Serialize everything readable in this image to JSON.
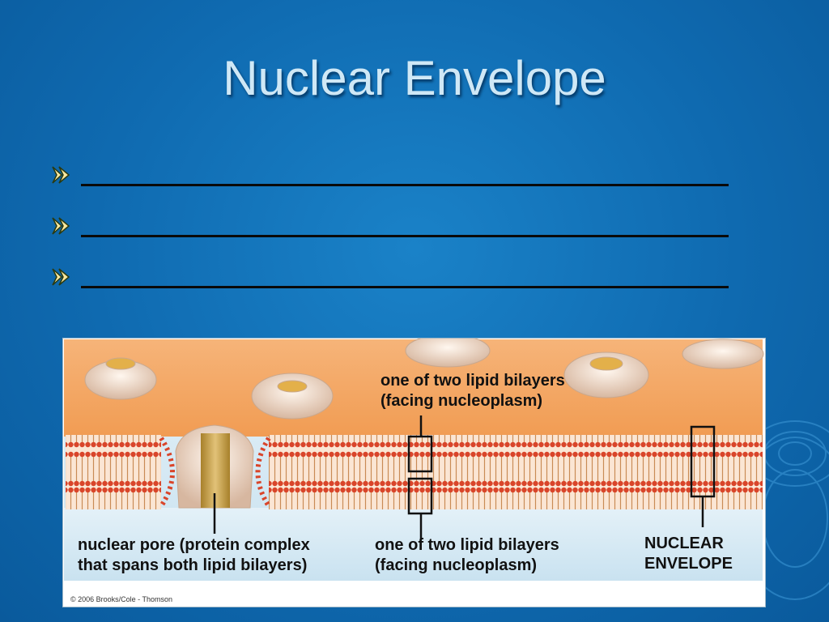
{
  "slide": {
    "title": "Nuclear Envelope",
    "bullets": [
      {
        "icon": "arrow-bullet-icon"
      },
      {
        "icon": "arrow-bullet-icon"
      },
      {
        "icon": "arrow-bullet-icon"
      }
    ]
  },
  "figure": {
    "labels": {
      "top_bilayer": [
        "one of two lipid bilayers",
        "(facing nucleoplasm)"
      ],
      "bottom_bilayer": [
        "one of two lipid bilayers",
        "(facing nucleoplasm)"
      ],
      "pore": [
        "nuclear pore (protein complex",
        "that spans both lipid bilayers)"
      ],
      "envelope": [
        "NUCLEAR",
        "ENVELOPE"
      ]
    },
    "copyright": "© 2006 Brooks/Cole - Thomson"
  },
  "colors": {
    "background": "#0f6ab0",
    "title": "#cfe8f6",
    "cytoplasm": "#f4a861",
    "nucleoplasm": "#d8ecf6",
    "lipid_head": "#d9452a",
    "pore_core": "#c59a3e",
    "bullet_arrow": "#ffe9a0"
  }
}
